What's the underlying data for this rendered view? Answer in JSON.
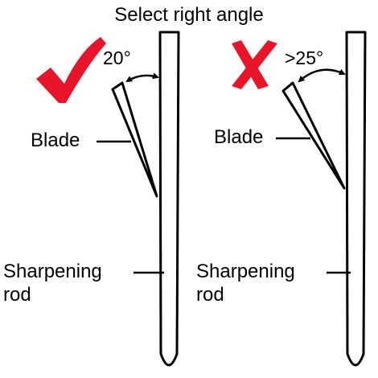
{
  "title": "Select right angle",
  "colors": {
    "ink": "#000000",
    "accent": "#e8142a",
    "background": "#ffffff"
  },
  "correct_example": {
    "mark_icon": "check-mark-icon",
    "angle_label": "20°",
    "blade_label": "Blade",
    "rod_label_line1": "Sharpening",
    "rod_label_line2": "rod"
  },
  "incorrect_example": {
    "mark_icon": "cross-mark-icon",
    "angle_label": ">25°",
    "blade_label": "Blade",
    "rod_label_line1": "Sharpening",
    "rod_label_line2": "rod"
  }
}
